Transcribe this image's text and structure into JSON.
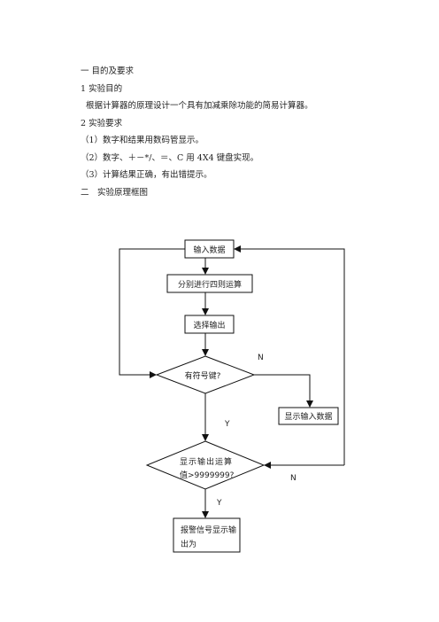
{
  "doc": {
    "section1_title": "一 目的及要求",
    "sub1_title": "1 实验目的",
    "sub1_body": "根据计算器的原理设计一个具有加减乘除功能的简易计算器。",
    "sub2_title": "2 实验要求",
    "req1": "（1）数字和结果用数码管显示。",
    "req2": "（2）数字、＋－*/、＝、C 用 4X4 键盘实现。",
    "req3": "（3）计算结果正确，有出错提示。",
    "section2_title": "二　实验原理框图"
  },
  "flowchart": {
    "input_data": "输入数据",
    "four_ops": "分别进行四则运算",
    "select_output": "选择输出",
    "has_sign_key": "有符号键?",
    "show_input": "显示输入数据",
    "compare_line1": "显示输出运算",
    "compare_line2": "值>9999999?",
    "alarm_line1": "报警信号显示输",
    "alarm_line2": "出为",
    "label_n1": "N",
    "label_y1": "Y",
    "label_n2": "N",
    "label_y2": "Y"
  }
}
